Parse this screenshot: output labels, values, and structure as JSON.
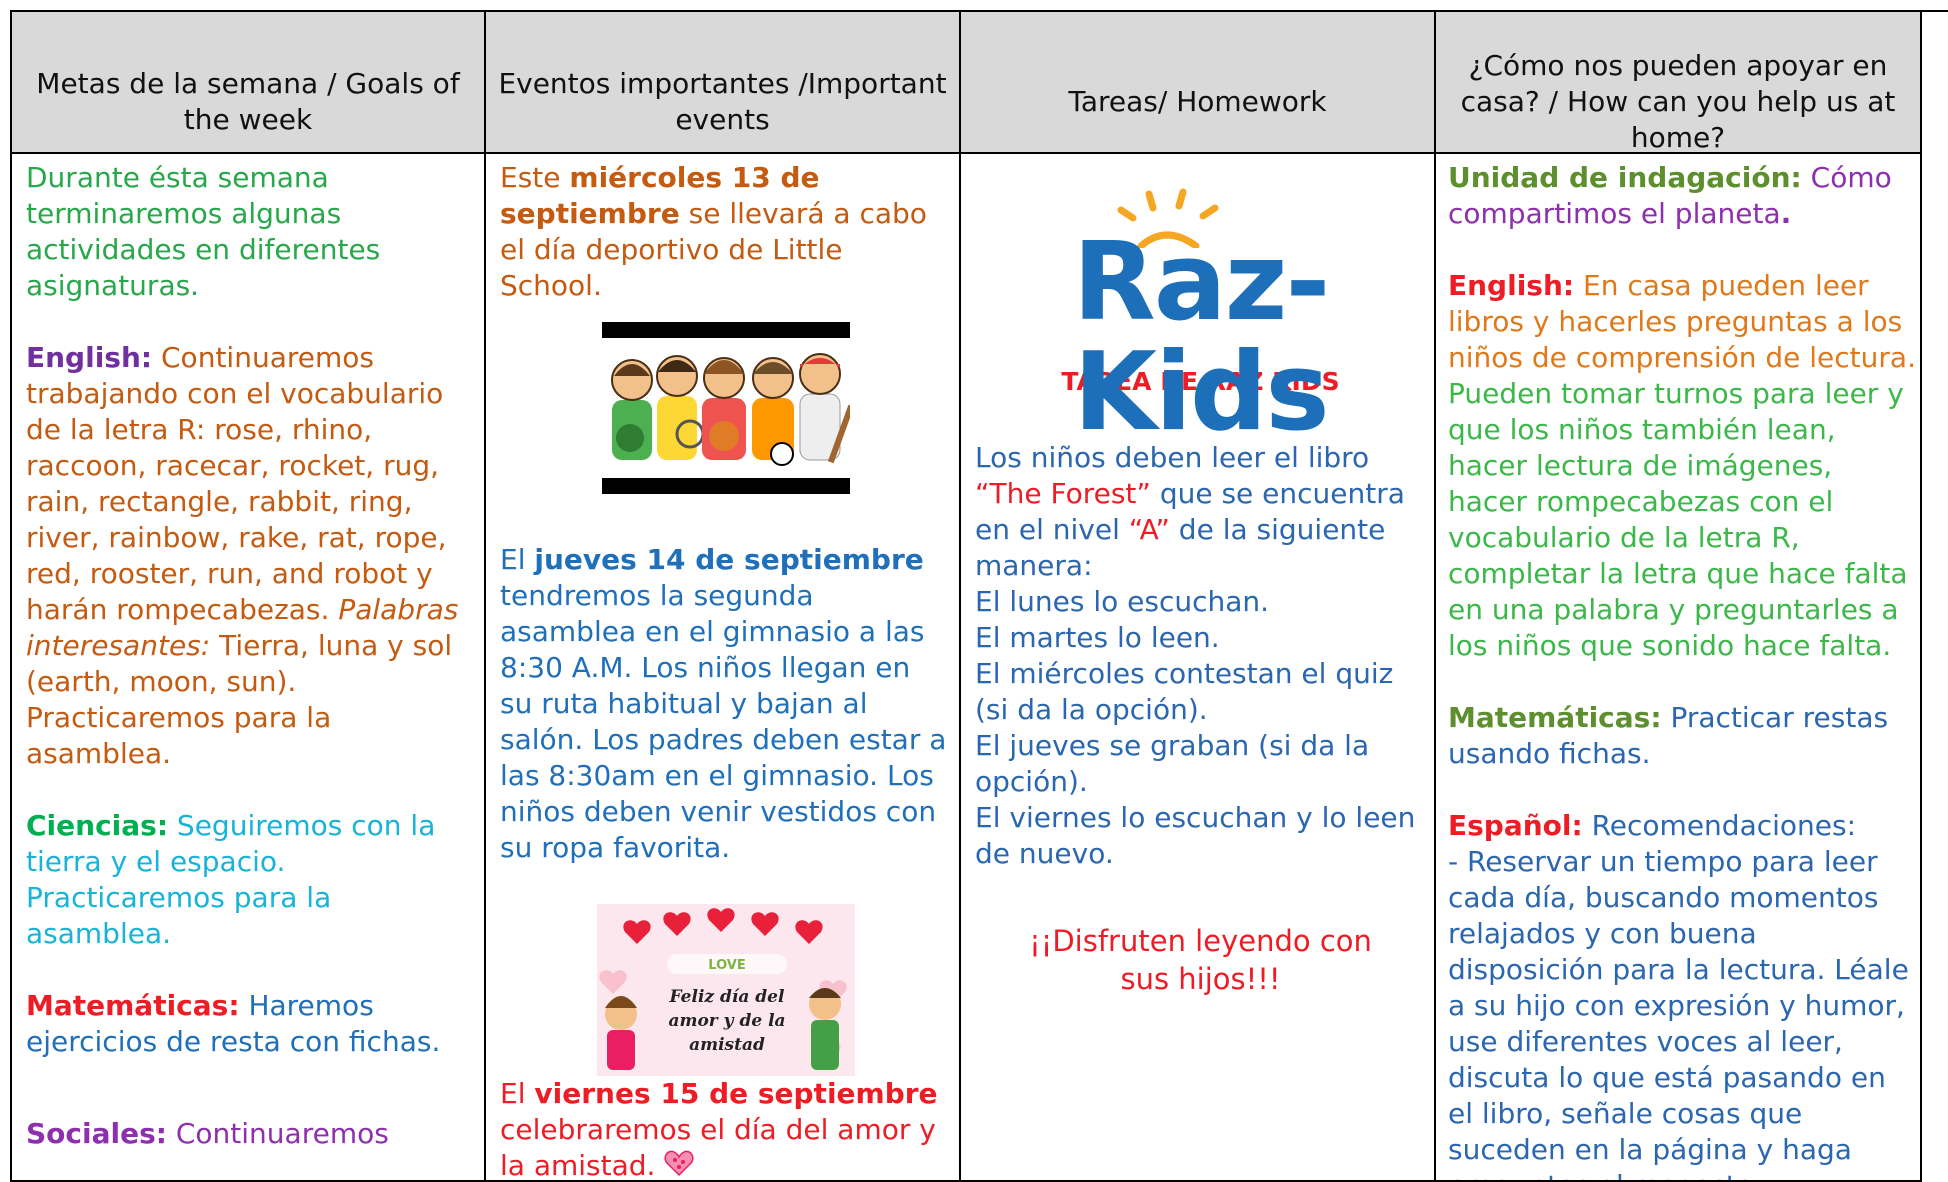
{
  "headers": {
    "goals": "Metas de la semana / Goals of the week",
    "events": "Eventos importantes /Important events",
    "homework": "Tareas/ Homework",
    "support": "¿Cómo nos pueden apoyar en casa? / How can you help us at home?"
  },
  "goals": {
    "intro": "Durante ésta semana terminaremos algunas actividades en diferentes asignaturas.",
    "english_label": "English:",
    "english_text": "  Continuaremos trabajando con el vocabulario de la letra R: rose, rhino, raccoon, racecar, rocket, rug, rain, rectangle, rabbit, ring, river, rainbow, rake, rat, rope, red, rooster, run, and robot y harán rompecabezas.",
    "interesting_label": "Palabras interesantes:",
    "interesting_text": " Tierra, luna y sol (earth, moon, sun). Practicaremos para la asamblea.",
    "science_label": "Ciencias:",
    "science_text": " Seguiremos con la tierra y el espacio. Practicaremos para la asamblea.",
    "math_label": "Matemáticas:",
    "math_text": " Haremos ejercicios de resta con fichas.",
    "social_label": "Sociales:",
    "social_text": " Continuaremos"
  },
  "events": {
    "e1_pre": "Este ",
    "e1_bold": " miércoles 13 de septiembre",
    "e1_post": " se llevará a cabo el día deportivo de Little School.",
    "e2_pre": "El ",
    "e2_bold": "jueves 14 de septiembre",
    "e2_post": " tendremos la segunda asamblea en el gimnasio a las 8:30 A.M. Los niños llegan en su ruta habitual y bajan al salón. Los padres deben estar a las 8:30am en el gimnasio.  Los niños deben venir vestidos con su ropa favorita.",
    "card_love": "LOVE",
    "card_text_1": "Feliz día del",
    "card_text_2": "amor y de la",
    "card_text_3": "amistad",
    "e3_pre": "El ",
    "e3_bold": "viernes 15 de septiembre",
    "e3_post": " celebraremos el día del amor y la amistad."
  },
  "homework": {
    "logo": "Raz-Kids",
    "title": "TAREA DE RAZ KIDS",
    "line1": "Los niños deben leer el libro ",
    "book": "“The Forest”",
    "line2": " que se encuentra en el nivel ",
    "level": "“A”",
    "line3": " de la siguiente manera:",
    "monday": "El lunes lo escuchan.",
    "tuesday": "El martes lo leen.",
    "wednesday": "El miércoles contestan el quiz (si da la opción).",
    "thursday": "El jueves se graban (si da la opción).",
    "friday": "El viernes lo escuchan y lo leen de nuevo.",
    "closing": "¡¡Disfruten leyendo con sus hijos!!!"
  },
  "support": {
    "unit_label": "Unidad de indagación:",
    "unit_text": " Cómo compartimos el planeta",
    "unit_dot": ".",
    "english_label": "English:",
    "english_text_a": " En casa pueden leer libros y hacerles preguntas a los niños de comprensión de lectura.",
    "english_text_b": " Pueden tomar turnos para leer y que los niños también lean, hacer lectura de imágenes, hacer rompecabezas con el vocabulario de la letra R, completar la letra que hace falta en una palabra y preguntarles a los niños que sonido hace falta.",
    "math_label": "Matemáticas:",
    "math_text": " Practicar restas usando fichas.",
    "spanish_label": "Español:",
    "spanish_text": " Recomendaciones:",
    "spanish_body": "- Reservar un tiempo para leer cada día, buscando momentos relajados y con buena disposición para la lectura. Léale a su hijo con expresión y humor, use diferentes voces al leer, discuta lo que está pasando en el libro, señale cosas que suceden en la página y haga preguntas al respecto."
  },
  "colors": {
    "header_bg": "#d9d9d9",
    "raz_blue": "#1c6fb8",
    "raz_sun": "#f5a623"
  }
}
